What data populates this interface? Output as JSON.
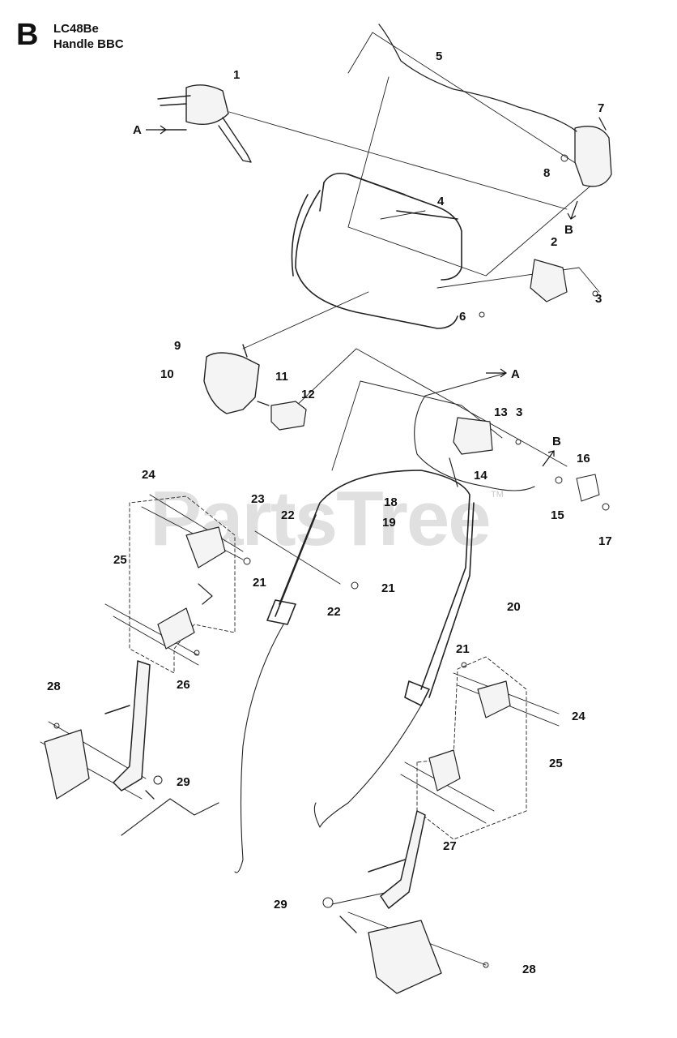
{
  "header": {
    "section_letter": "B",
    "model": "LC48Be",
    "subtitle": "Handle BBC"
  },
  "watermark": {
    "text": "PartsTree",
    "trademark": "TM"
  },
  "callouts": {
    "c1": "1",
    "c2": "2",
    "c3a": "3",
    "c3b": "3",
    "c4": "4",
    "c5": "5",
    "c6": "6",
    "c7": "7",
    "c8": "8",
    "c9": "9",
    "c10": "10",
    "c11": "11",
    "c12": "12",
    "c13": "13",
    "c14": "14",
    "c15": "15",
    "c16": "16",
    "c17": "17",
    "c18": "18",
    "c19": "19",
    "c20": "20",
    "c21a": "21",
    "c21b": "21",
    "c21c": "21",
    "c22a": "22",
    "c22b": "22",
    "c23": "23",
    "c24a": "24",
    "c24b": "24",
    "c25a": "25",
    "c25b": "25",
    "c26": "26",
    "c27": "27",
    "c28a": "28",
    "c28b": "28",
    "c29a": "29",
    "c29b": "29"
  },
  "references": {
    "A1": "A",
    "A2": "A",
    "B1": "B",
    "B2": "B"
  }
}
